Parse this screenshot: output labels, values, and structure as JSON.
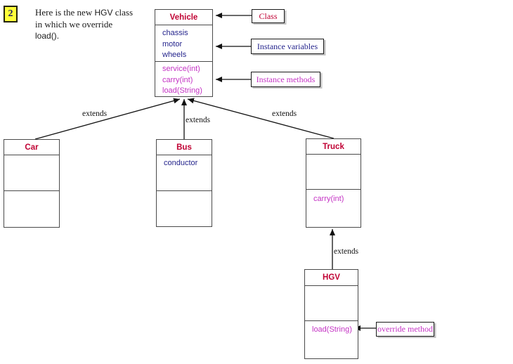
{
  "page": {
    "number_badge": "2",
    "background_color": "#FFFFFF"
  },
  "intro": {
    "line1_prefix": "Here is the new ",
    "line1_keyword": "HGV",
    "line1_suffix": " class",
    "line2": "in which we override",
    "line3_keyword": "load()",
    "line3_suffix": "."
  },
  "diagram": {
    "vehicle": {
      "title": "Vehicle",
      "variables": [
        "chassis",
        "motor",
        "wheels"
      ],
      "methods": [
        "service(int)",
        "carry(int)",
        "load(String)"
      ]
    },
    "car": {
      "title": "Car",
      "variables": [],
      "methods": []
    },
    "bus": {
      "title": "Bus",
      "variables": [
        "conductor"
      ],
      "methods": []
    },
    "truck": {
      "title": "Truck",
      "variables": [],
      "methods": [
        "carry(int)"
      ]
    },
    "hgv": {
      "title": "HGV",
      "variables": [],
      "methods": [
        "load(String)"
      ]
    }
  },
  "relationships": [
    {
      "from": "Car",
      "to": "Vehicle",
      "label": "extends"
    },
    {
      "from": "Bus",
      "to": "Vehicle",
      "label": "extends"
    },
    {
      "from": "Truck",
      "to": "Vehicle",
      "label": "extends"
    },
    {
      "from": "HGV",
      "to": "Truck",
      "label": "extends"
    }
  ],
  "annotations": {
    "class_pointer": "Class",
    "instance_variables_pointer": "Instance variables",
    "instance_methods_pointer": "Instance methods",
    "override_method_pointer": "override method"
  },
  "colors": {
    "class_title": "#C00033",
    "instance_variables": "#24248C",
    "instance_methods": "#C433C4",
    "badge_background": "#FFFF38",
    "edge_line": "#111111"
  }
}
